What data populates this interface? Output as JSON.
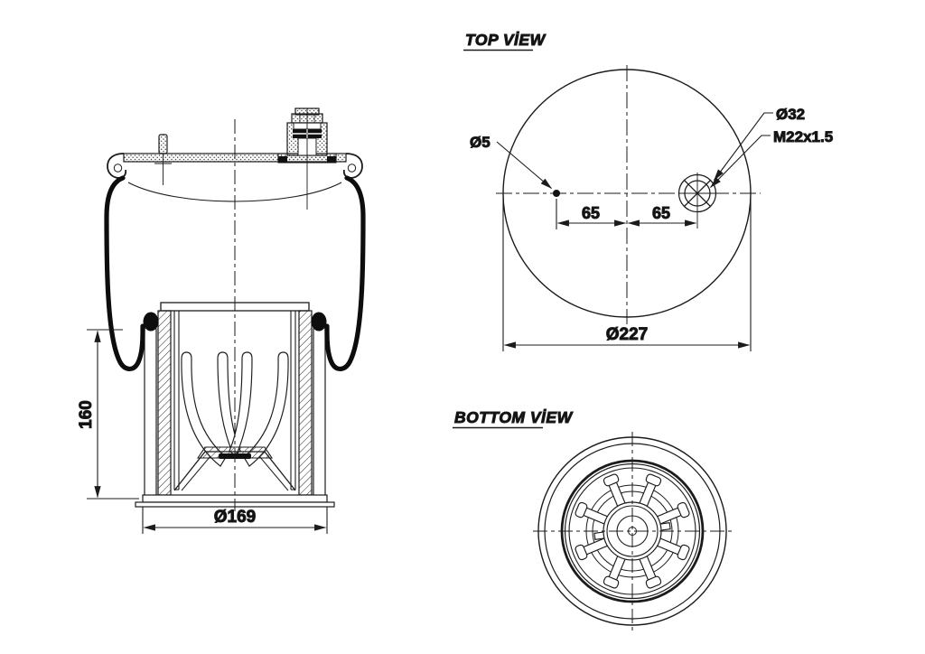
{
  "drawing": {
    "type": "technical-drawing-air-spring",
    "colors": {
      "line": "#1b1b1b",
      "background": "#ffffff"
    },
    "side_view": {
      "dims": {
        "height": "160",
        "base_diameter": "Ø169"
      }
    },
    "top_view": {
      "title": "TOP VİEW",
      "labels": {
        "port_diameter": "Ø32",
        "port_thread": "M22x1.5",
        "pin_diameter": "Ø5"
      },
      "dims": {
        "pin_offset": "65",
        "port_offset": "65",
        "plate_diameter": "Ø227"
      }
    },
    "bottom_view": {
      "title": "BOTTOM VİEW"
    }
  }
}
